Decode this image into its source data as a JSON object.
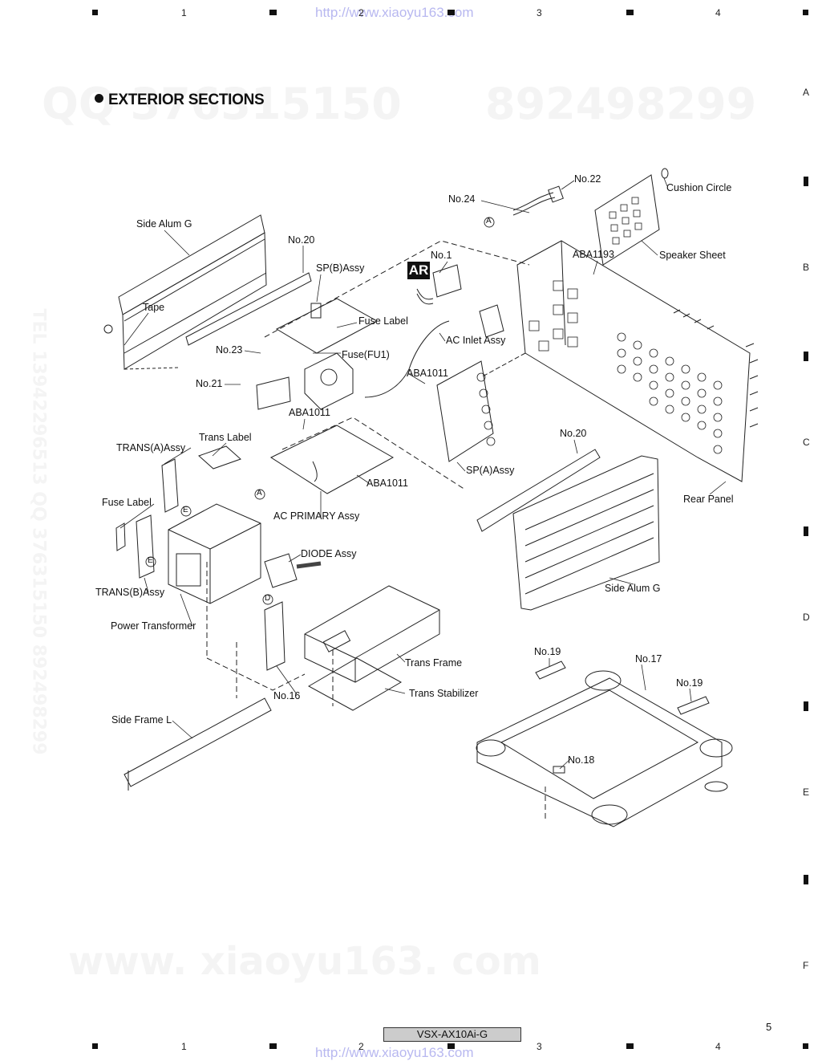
{
  "header": {
    "watermark_url": "http://www.xiaoyu163.com",
    "column_numbers": [
      "1",
      "2",
      "3",
      "4"
    ],
    "row_letters": [
      "A",
      "B",
      "C",
      "D",
      "E",
      "F"
    ]
  },
  "page": {
    "section_title": "EXTERIOR SECTIONS",
    "model": "VSX-AX10Ai-G",
    "page_number": "5"
  },
  "watermarks": {
    "qq": "QQ 376315150",
    "qq2": "892498299",
    "site": "www. xiaoyu163. com",
    "tel_side": "TEL 13942296513  QQ 376315150  892498299"
  },
  "parts": {
    "no22": "No.22",
    "cushion_circle": "Cushion Circle",
    "no24": "No.24",
    "side_alum_g_top": "Side Alum G",
    "no20_top": "No.20",
    "no1": "No.1",
    "aba1193": "ABA1193",
    "speaker_sheet": "Speaker Sheet",
    "sp_b_assy": "SP(B)Assy",
    "ar_mark": "AR",
    "tape": "Tape",
    "fuse_label_top": "Fuse Label",
    "ac_inlet_assy": "AC Inlet Assy",
    "no23": "No.23",
    "fuse_fu1": "Fuse(FU1)",
    "aba1011_a": "ABA1011",
    "no21": "No.21",
    "aba1011_b": "ABA1011",
    "trans_label": "Trans Label",
    "trans_a_assy": "TRANS(A)Assy",
    "no20_mid": "No.20",
    "sp_a_assy": "SP(A)Assy",
    "aba1011_c": "ABA1011",
    "fuse_label_left": "Fuse Label",
    "rear_panel": "Rear Panel",
    "ac_primary_assy": "AC PRIMARY Assy",
    "diode_assy": "DIODE Assy",
    "trans_b_assy": "TRANS(B)Assy",
    "side_alum_g_bottom": "Side Alum G",
    "power_transformer": "Power Transformer",
    "no19_a": "No.19",
    "no17": "No.17",
    "trans_frame": "Trans Frame",
    "no19_b": "No.19",
    "no16": "No.16",
    "trans_stabilizer": "Trans Stabilizer",
    "side_frame_l": "Side Frame L",
    "no18": "No.18"
  },
  "callouts": {
    "a": "A",
    "e": "E",
    "d": "D"
  }
}
